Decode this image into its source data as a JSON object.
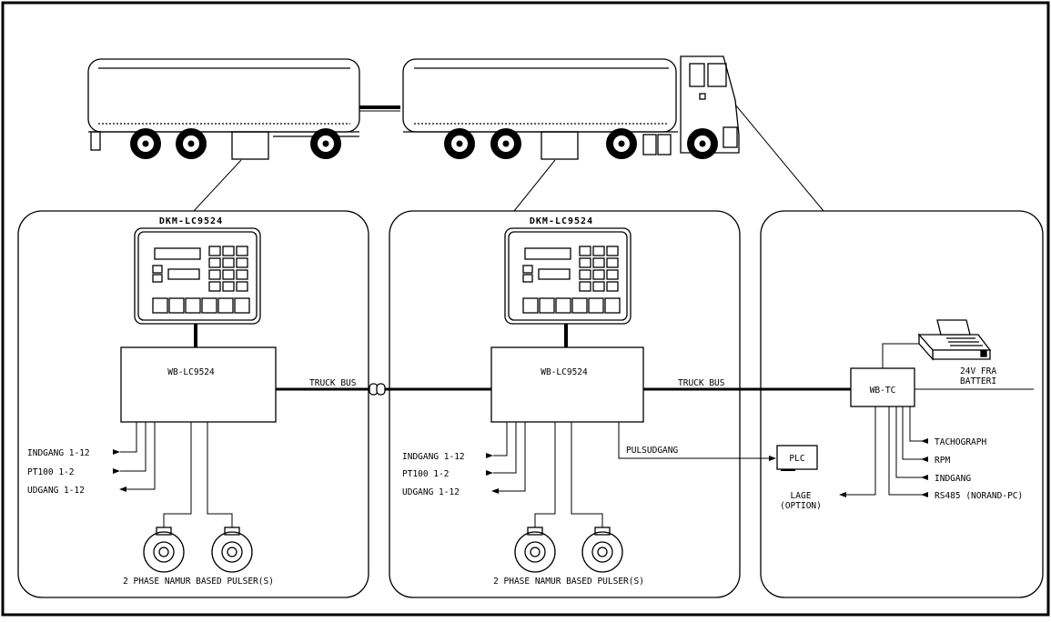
{
  "left_panel": {
    "display_title": "DKM-LC9524",
    "box_label": "WB-LC9524",
    "io": [
      "INDGANG 1-12",
      "PT100 1-2",
      "UDGANG 1-12"
    ],
    "pulser_caption": "2 PHASE NAMUR BASED PULSER(S)",
    "bus_label": "TRUCK BUS"
  },
  "middle_panel": {
    "display_title": "DKM-LC9524",
    "box_label": "WB-LC9524",
    "io": [
      "INDGANG 1-12",
      "PT100 1-2",
      "UDGANG 1-12"
    ],
    "pulser_caption": "2 PHASE NAMUR BASED PULSER(S)",
    "bus_label": "TRUCK BUS",
    "pulse_output": "PULSUDGANG",
    "plc_label": "PLC"
  },
  "right_panel": {
    "box_label": "WB-TC",
    "battery_line1": "24V FRA",
    "battery_line2": "BATTERI",
    "signals": [
      "TACHOGRAPH",
      "RPM",
      "INDGANG",
      "RS485 (NORAND-PC)"
    ],
    "option_line1": "LAGE",
    "option_line2": "(OPTION)"
  }
}
